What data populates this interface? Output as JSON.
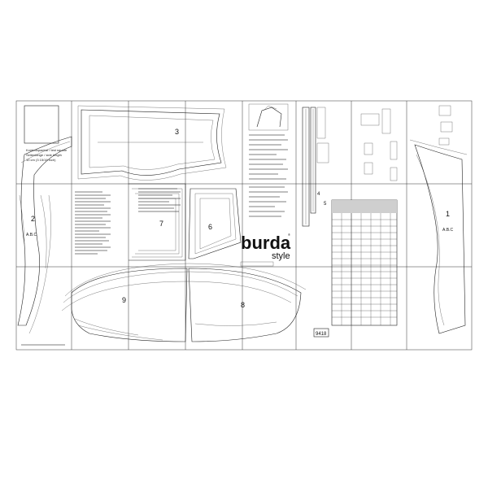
{
  "brand": {
    "name": "burda",
    "sub": "style",
    "reg": "®"
  },
  "pattern_number": "9418",
  "size_labels": [
    "A.B.C",
    "A.B.C"
  ],
  "piece_numbers": [
    "1",
    "2",
    "3",
    "4",
    "5",
    "6",
    "7",
    "8",
    "9"
  ],
  "header_box": {
    "line1": "Kontrollquadrat / test square",
    "line2": "Seitenlänge / side length",
    "line3": "10 cm (3 15/16 inch)"
  }
}
